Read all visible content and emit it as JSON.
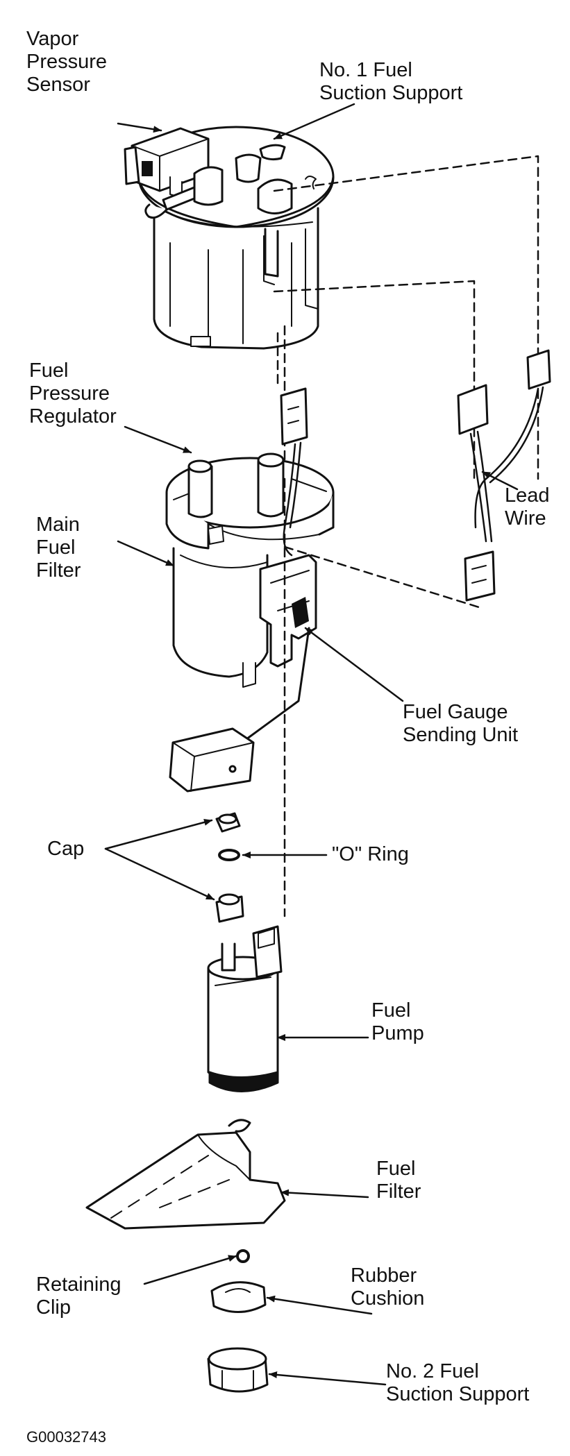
{
  "labels": {
    "vapor_pressure_sensor": [
      "Vapor",
      "Pressure",
      "Sensor"
    ],
    "no1_fuel_suction_support": [
      "No. 1 Fuel",
      "Suction Support"
    ],
    "fuel_pressure_regulator": [
      "Fuel",
      "Pressure",
      "Regulator"
    ],
    "lead_wire": [
      "Lead",
      "Wire"
    ],
    "main_fuel_filter": [
      "Main",
      "Fuel",
      "Filter"
    ],
    "fuel_gauge_sending_unit": [
      "Fuel Gauge",
      "Sending Unit"
    ],
    "cap": "Cap",
    "o_ring": "\"O\" Ring",
    "fuel_pump": [
      "Fuel",
      "Pump"
    ],
    "fuel_filter": [
      "Fuel",
      "Filter"
    ],
    "retaining_clip": [
      "Retaining",
      "Clip"
    ],
    "rubber_cushion": [
      "Rubber",
      "Cushion"
    ],
    "no2_fuel_suction_support": [
      "No. 2 Fuel",
      "Suction Support"
    ]
  },
  "figure_code": "G00032743",
  "colors": {
    "line": "#111111",
    "background": "#ffffff"
  }
}
